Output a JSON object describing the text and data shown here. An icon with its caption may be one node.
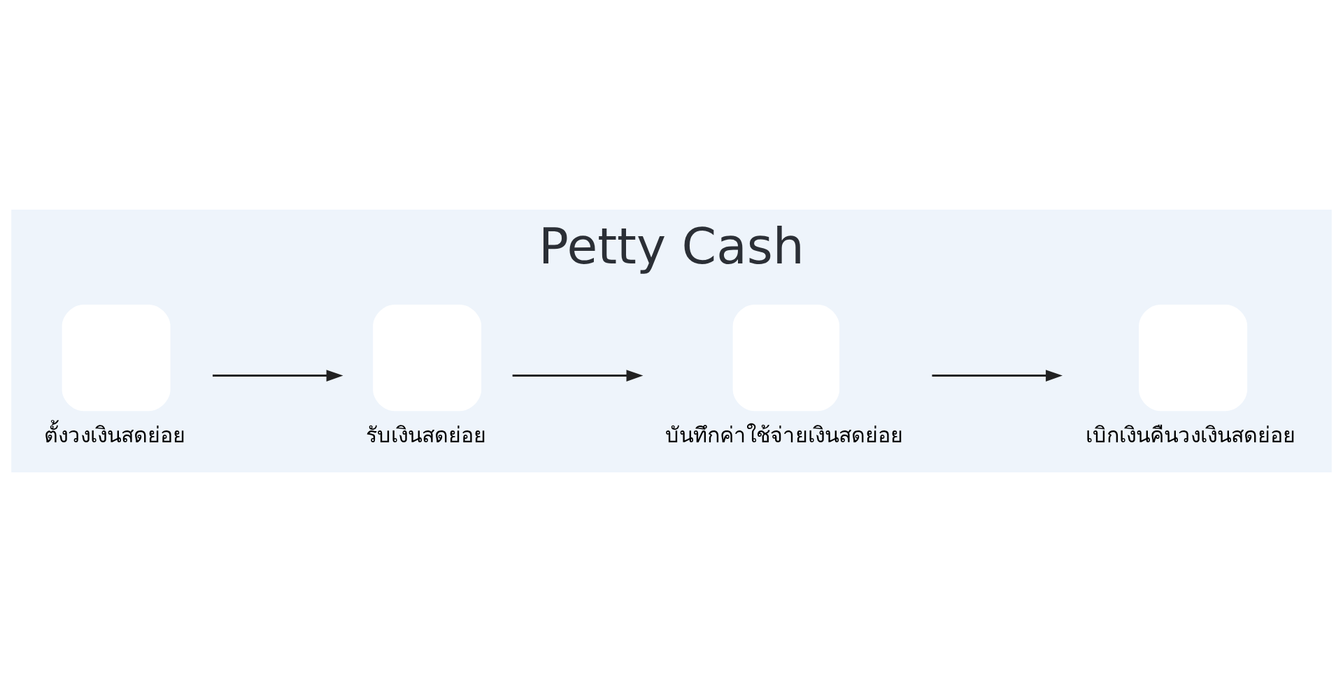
{
  "diagram": {
    "title": "Petty Cash",
    "nodes": [
      {
        "text": [
          "ตั้งวงเงินสดย่อย"
        ]
      },
      {
        "text": [
          "รับเงินสดย่อย"
        ]
      },
      {
        "text": [
          "บันทึกค่าใช้จ่ายเงินสดย่อย"
        ]
      },
      {
        "text": [
          "เบิกเงินคืนวงเงินสดย่อย"
        ]
      }
    ],
    "edges": [
      {
        "from": 0,
        "to": 1,
        "arrow": "to"
      },
      {
        "from": 1,
        "to": 2,
        "arrow": "to"
      },
      {
        "from": 2,
        "to": 3,
        "arrow": "to"
      }
    ]
  }
}
